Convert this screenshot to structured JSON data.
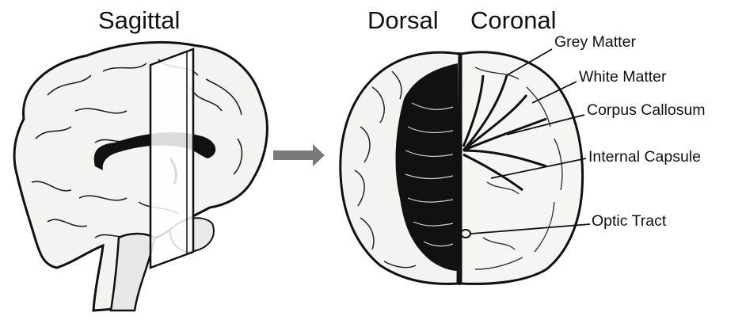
{
  "titles": {
    "sagittal": "Sagittal",
    "dorsal": "Dorsal",
    "coronal": "Coronal"
  },
  "labels": {
    "grey_matter": "Grey Matter",
    "white_matter": "White Matter",
    "corpus_callosum": "Corpus Callosum",
    "internal_capsule": "Internal Capsule",
    "optic_tract": "Optic Tract"
  },
  "colors": {
    "ink": "#111111",
    "brain_fill": "#f3f3f1",
    "arrow": "#7a7a7a",
    "panel_bg": "#ffffff"
  }
}
